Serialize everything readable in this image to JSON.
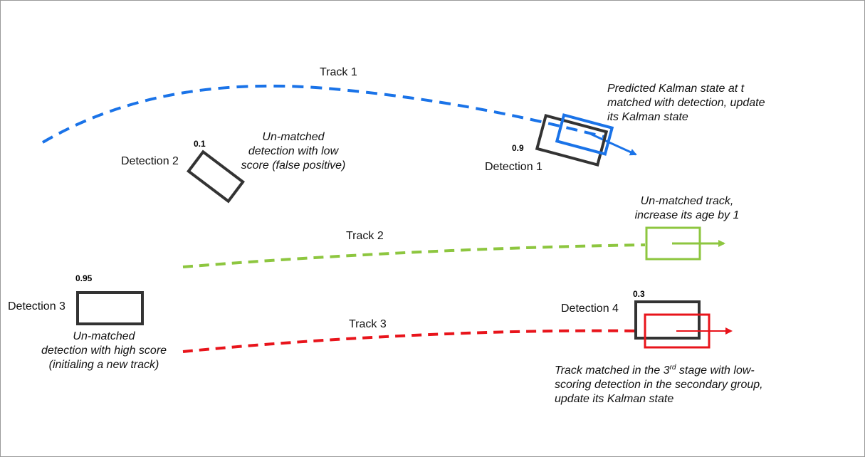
{
  "tracks": [
    {
      "label": "Track 1",
      "color": "#1a73e8"
    },
    {
      "label": "Track 2",
      "color": "#8dc63f"
    },
    {
      "label": "Track 3",
      "color": "#e8141b"
    }
  ],
  "detections": [
    {
      "label": "Detection 1",
      "score": "0.9"
    },
    {
      "label": "Detection 2",
      "score": "0.1"
    },
    {
      "label": "Detection 3",
      "score": "0.95"
    },
    {
      "label": "Detection 4",
      "score": "0.3"
    }
  ],
  "annotations": {
    "track1_note": [
      "Predicted Kalman state at t",
      "matched with detection, update",
      "its Kalman state"
    ],
    "detection2_note": [
      "Un-matched",
      "detection with low",
      "score (false positive)"
    ],
    "track2_note": [
      "Un-matched track,",
      "increase its age by 1"
    ],
    "detection3_note": [
      "Un-matched",
      "detection with high score",
      "(initialing a new track)"
    ],
    "track3_note": {
      "line1_pre": "Track matched in the 3",
      "line1_sup": "rd",
      "line1_post": " stage with low-",
      "line2": "scoring detection in the secondary group,",
      "line3": "update its Kalman state"
    }
  },
  "colors": {
    "detection_box": "#333333",
    "frame_border": "#999999"
  }
}
